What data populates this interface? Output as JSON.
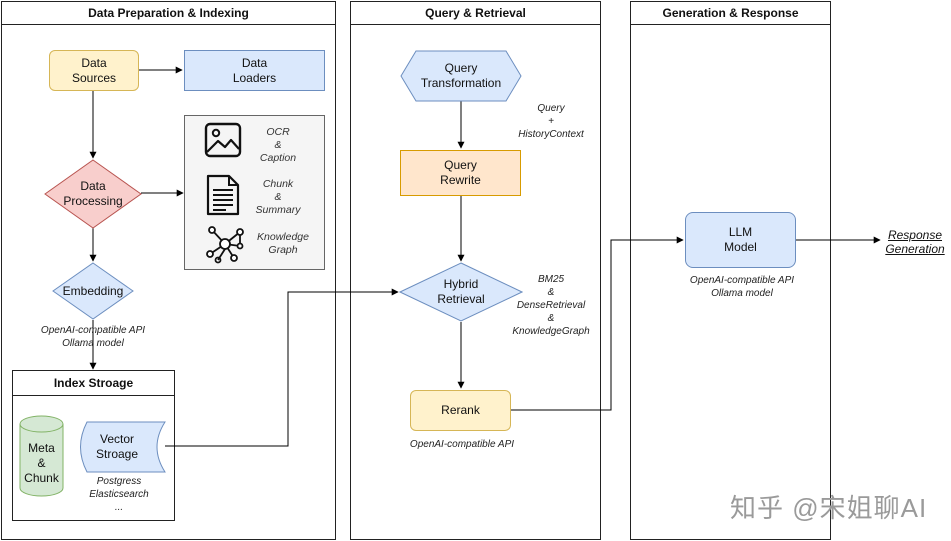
{
  "lanes": {
    "prep_title": "Data Preparation & Indexing",
    "query_title": "Query & Retrieval",
    "gen_title": "Generation & Response"
  },
  "prep": {
    "data_sources": "Data\nSources",
    "data_loaders": "Data\nLoaders",
    "data_processing": "Data\nProcessing",
    "embedding": "Embedding",
    "embedding_note": "OpenAI-compatible API\nOllama model",
    "tools": {
      "ocr": "OCR\n&\nCaption",
      "chunk": "Chunk\n&\nSummary",
      "kg": "Knowledge\nGraph"
    },
    "index_title": "Index Stroage",
    "meta_chunk": "Meta\n&\nChunk",
    "vector_storage": "Vector\nStroage",
    "vector_note": "Postgress\nElasticsearch\n..."
  },
  "query": {
    "transformation": "Query\nTransformation",
    "history_note": "Query\n+\nHistoryContext",
    "rewrite": "Query\nRewrite",
    "hybrid": "Hybrid\nRetrieval",
    "hybrid_note": "BM25\n&\nDenseRetrieval\n&\nKnowledgeGraph",
    "rerank": "Rerank",
    "rerank_note": "OpenAI-compatible API"
  },
  "gen": {
    "llm": "LLM\nModel",
    "llm_note": "OpenAI-compatible API\nOllama model",
    "response": "Response\nGeneration"
  },
  "watermark": "知乎 @宋姐聊AI",
  "icons": [
    "image-icon",
    "document-icon",
    "knowledge-graph-icon"
  ],
  "colors": {
    "yellow_fill": "#fff2cc",
    "blue_fill": "#dae8fc",
    "red_fill": "#f8cecc",
    "orange_fill": "#ffe6cc",
    "green_fill": "#d5e8d4",
    "panel_fill": "#f5f5f5"
  }
}
